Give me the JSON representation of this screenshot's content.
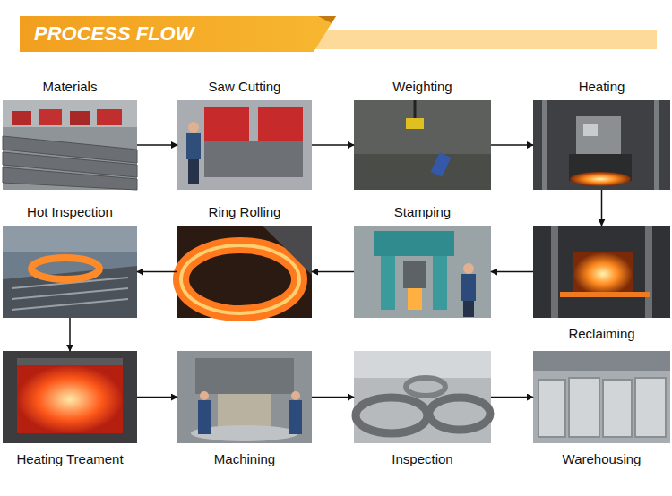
{
  "diagram": {
    "title": "PROCESS FLOW",
    "nodes": [
      {
        "text": [
          "Materials"
        ]
      },
      {
        "text": [
          "Saw Cutting"
        ]
      },
      {
        "text": [
          "Weighting"
        ]
      },
      {
        "text": [
          "Heating"
        ]
      },
      {
        "text": [
          "Reclaiming"
        ]
      },
      {
        "text": [
          "Stamping"
        ]
      },
      {
        "text": [
          "Ring Rolling"
        ]
      },
      {
        "text": [
          "Hot Inspection"
        ]
      },
      {
        "text": [
          "Heating Treament"
        ]
      },
      {
        "text": [
          "Machining"
        ]
      },
      {
        "text": [
          "Inspection"
        ]
      },
      {
        "text": [
          "Warehousing"
        ]
      }
    ],
    "edges": [
      {
        "from": 0,
        "to": 1,
        "arrow": "to"
      },
      {
        "from": 1,
        "to": 2,
        "arrow": "to"
      },
      {
        "from": 2,
        "to": 3,
        "arrow": "to"
      },
      {
        "from": 3,
        "to": 4,
        "arrow": "to"
      },
      {
        "from": 4,
        "to": 5,
        "arrow": "to"
      },
      {
        "from": 5,
        "to": 6,
        "arrow": "to"
      },
      {
        "from": 6,
        "to": 7,
        "arrow": "to"
      },
      {
        "from": 7,
        "to": 8,
        "arrow": "to"
      },
      {
        "from": 8,
        "to": 9,
        "arrow": "to"
      },
      {
        "from": 9,
        "to": 10,
        "arrow": "to"
      },
      {
        "from": 10,
        "to": 11,
        "arrow": "to"
      }
    ]
  }
}
